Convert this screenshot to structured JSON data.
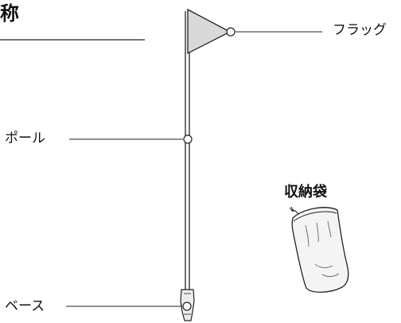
{
  "title_fragment": "称",
  "labels": {
    "flag": "フラッグ",
    "pole": "ポール",
    "base": "ベース",
    "bag": "収納袋"
  },
  "colors": {
    "line": "#222222",
    "flag_fill": "#d9d9d9",
    "bag_fill": "#f4f4f4",
    "background": "#ffffff"
  }
}
